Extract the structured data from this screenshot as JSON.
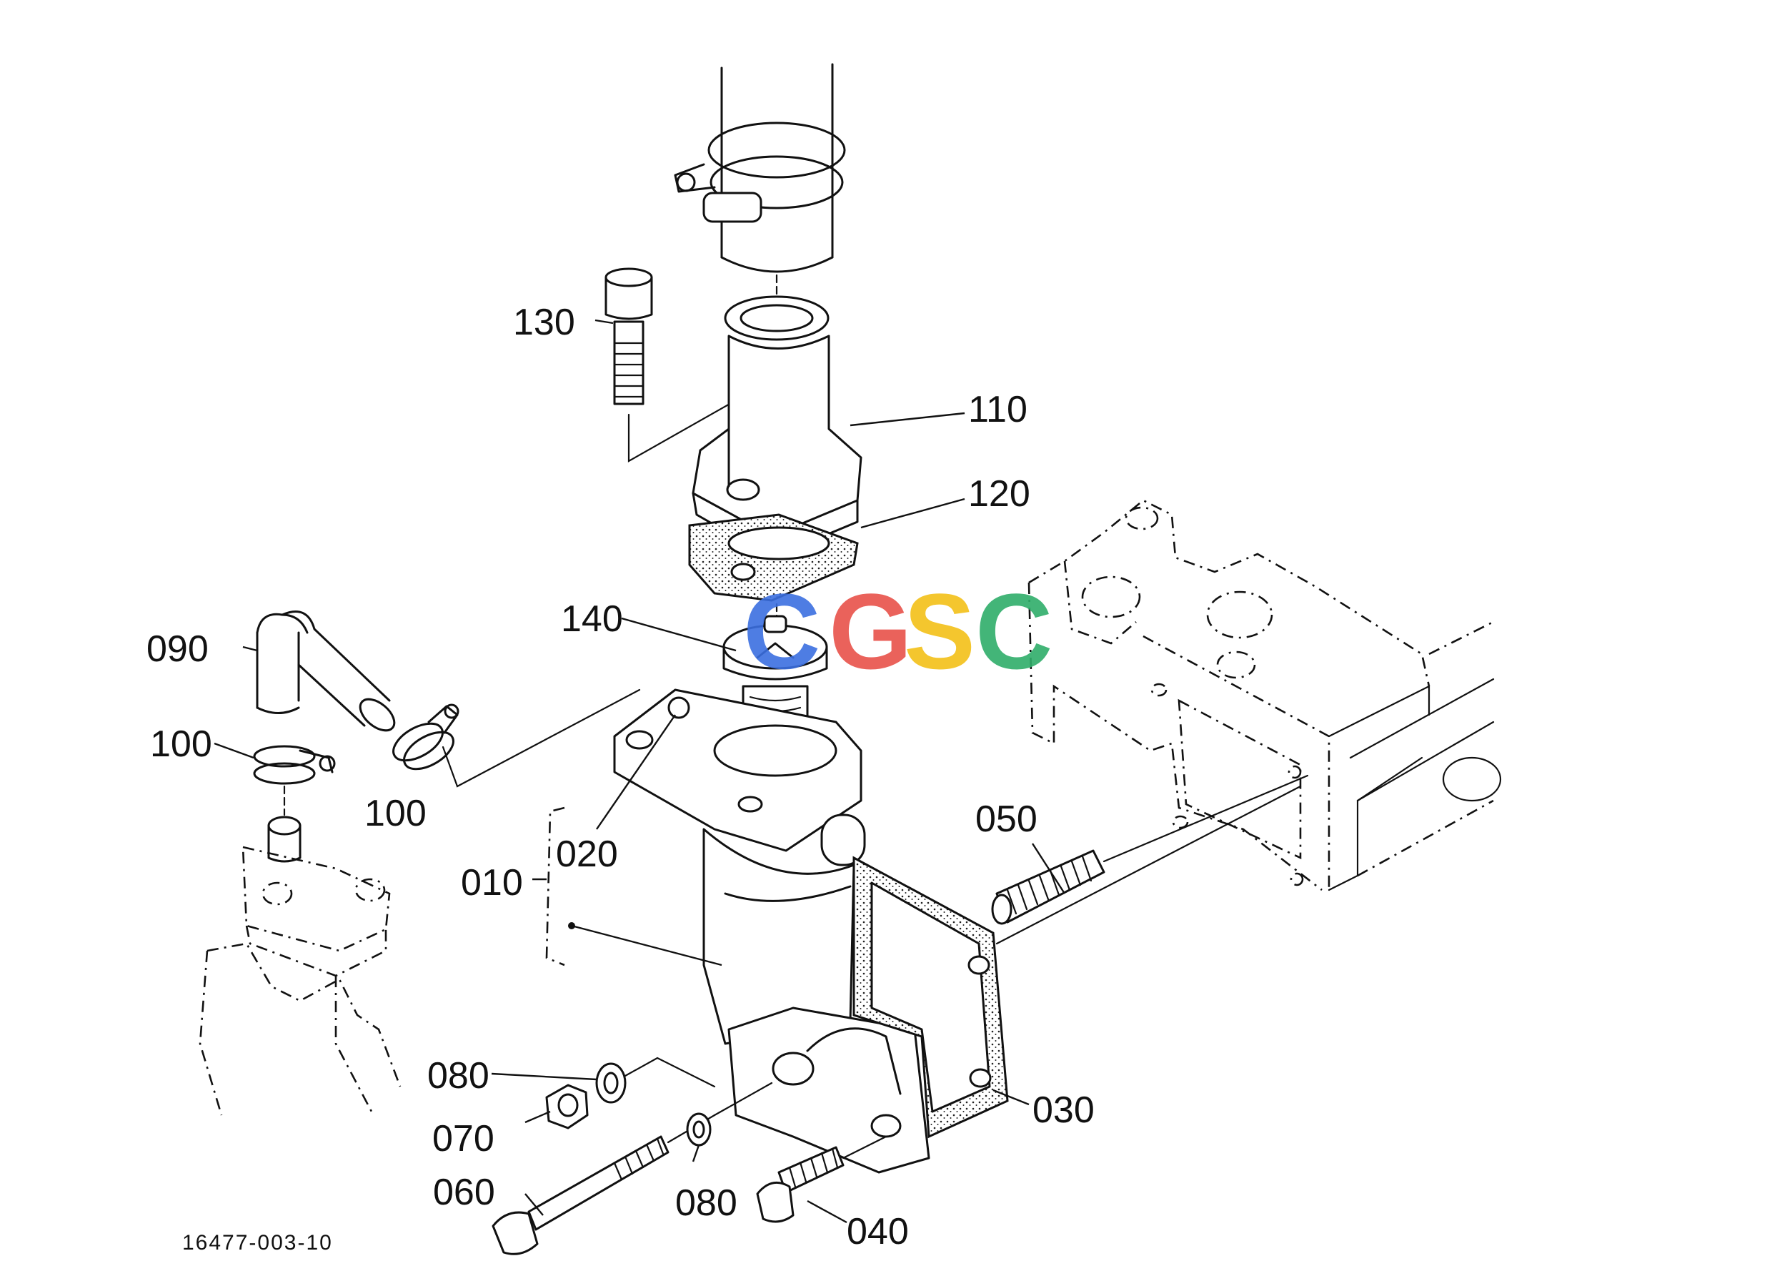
{
  "drawing_number": "16477-003-10",
  "part_labels": [
    "130",
    "110",
    "120",
    "140",
    "090",
    "100",
    "100",
    "020",
    "010",
    "050",
    "080",
    "070",
    "060",
    "080",
    "040",
    "030"
  ],
  "watermark": {
    "letters": [
      "C",
      "G",
      "S",
      "C"
    ],
    "colors": [
      "#3b6fe0",
      "#e8524a",
      "#f3c018",
      "#2fae6a"
    ]
  }
}
